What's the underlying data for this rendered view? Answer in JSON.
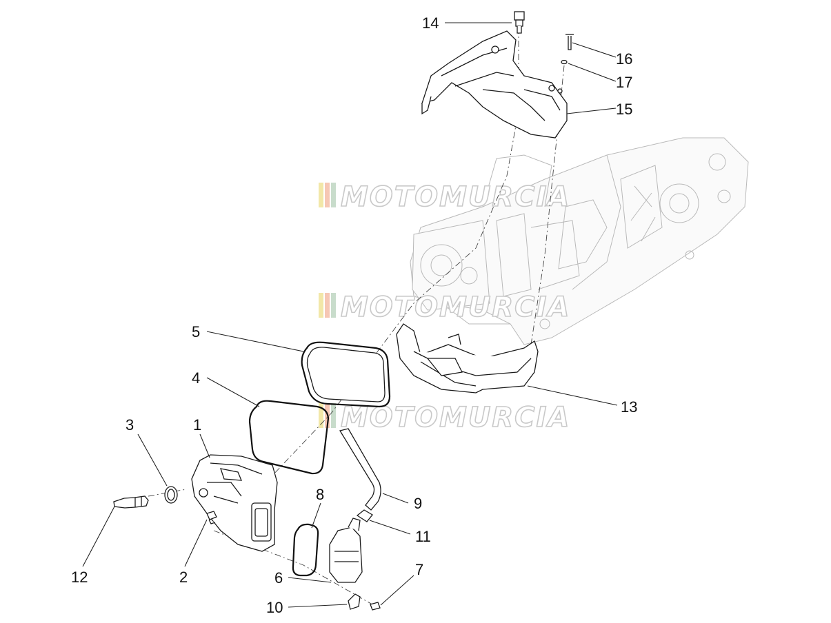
{
  "watermark": {
    "text": "MOTOMURCIA",
    "stripe_colors": [
      "#f2e7a8",
      "#f6c7b4",
      "#c8dccb"
    ]
  },
  "callouts": {
    "c1": "1",
    "c2": "2",
    "c3": "3",
    "c4": "4",
    "c5": "5",
    "c6": "6",
    "c7": "7",
    "c8": "8",
    "c9": "9",
    "c10": "10",
    "c11": "11",
    "c12": "12",
    "c13": "13",
    "c14": "14",
    "c15": "15",
    "c16": "16",
    "c17": "17"
  }
}
